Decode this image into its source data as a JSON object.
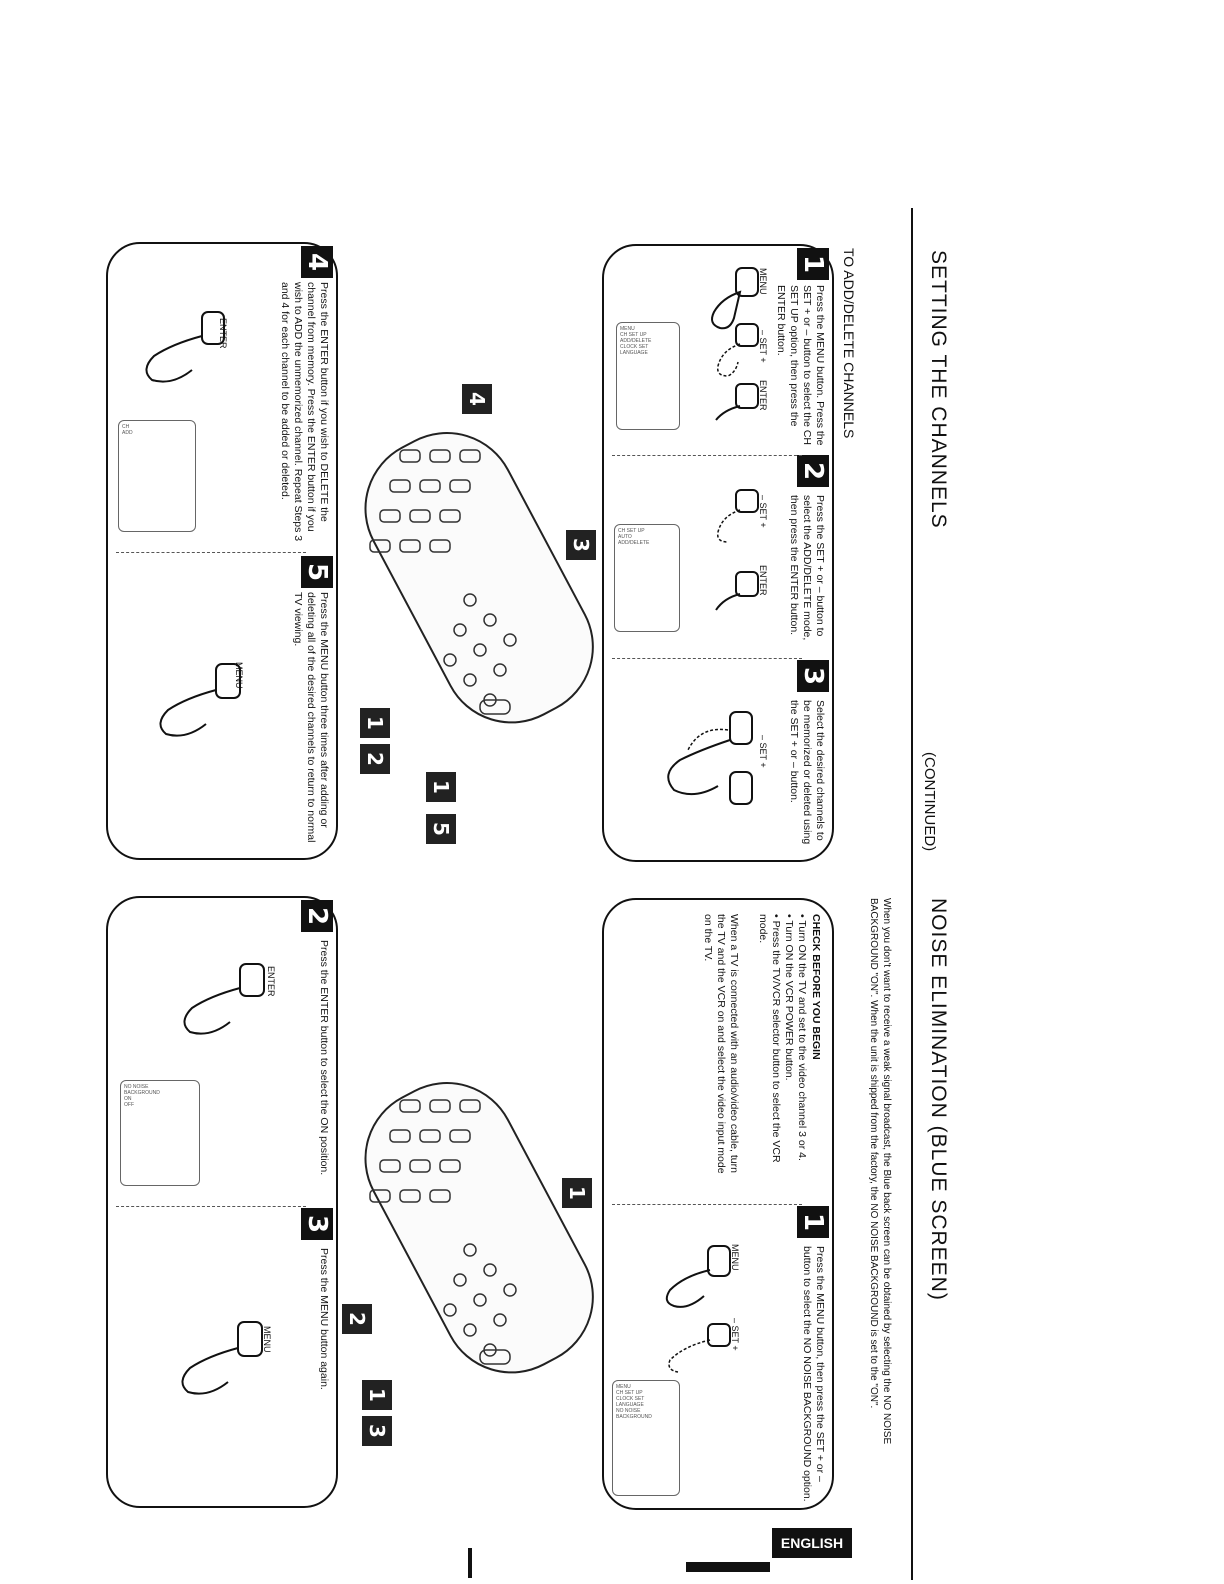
{
  "header": {
    "title": "SETTING THE CHANNELS",
    "continued": "(CONTINUED)",
    "noise_title": "NOISE ELIMINATION (BLUE SCREEN)",
    "intro": "When you don't want to receive a weak signal broadcast, the Blue back screen can be obtained by selecting the NO NOISE BACKGROUND \"ON\". When the unit is shipped from the factory, the NO NOISE BACKGROUND is set to the \"ON\".",
    "section": "TO ADD/DELETE CHANNELS",
    "language": "ENGLISH"
  },
  "add_delete": {
    "step1": "Press the MENU button. Press the SET + or – button to select the CH SET UP option, then press the ENTER button.",
    "step2": "Press the SET + or – button to select the ADD/DELETE mode, then press the ENTER button.",
    "step3": "Select the desired channels to be memorized or deleted using the SET + or – button.",
    "step4": "Press the ENTER button if you wish to DELETE the channel from memory. Press the ENTER button if you wish to ADD the unmemorized channel. Repeat Steps 3 and 4 for each channel to be added or deleted.",
    "step5": "Press the MENU button three times after adding or deleting all of the desired channels to return to normal TV viewing.",
    "labels": {
      "menu": "MENU",
      "set": "– SET +",
      "enter": "ENTER"
    }
  },
  "noise": {
    "check_title": "CHECK BEFORE YOU BEGIN",
    "check_items": [
      "• Turn ON the TV and set to the video channel 3 or 4.",
      "• Turn ON the VCR POWER button.",
      "• Press the TV/VCR selector button to select the VCR mode."
    ],
    "check_note": "When a TV is connected with an audio/video cable, turn the TV and the VCR on and select the video input mode on the TV.",
    "step1": "Press the MENU button, then press the SET + or – button to select the NO NOISE BACKGROUND option.",
    "step2": "Press the ENTER button to select the ON position.",
    "step3": "Press the MENU button again.",
    "labels": {
      "menu": "MENU",
      "set": "– SET +",
      "enter": "ENTER"
    }
  },
  "badges": {
    "ad1": "1",
    "ad2": "2",
    "ad3": "3",
    "ad4": "4",
    "ad5": "5",
    "ne1": "1",
    "ne2": "2",
    "ne3": "3",
    "r_a": "4",
    "r_b": "3",
    "r_c": "1",
    "r_d": "2",
    "r_e": "1",
    "r_f": "5",
    "r_g": "1",
    "r_h": "2",
    "r_i": "1",
    "r_j": "3"
  }
}
